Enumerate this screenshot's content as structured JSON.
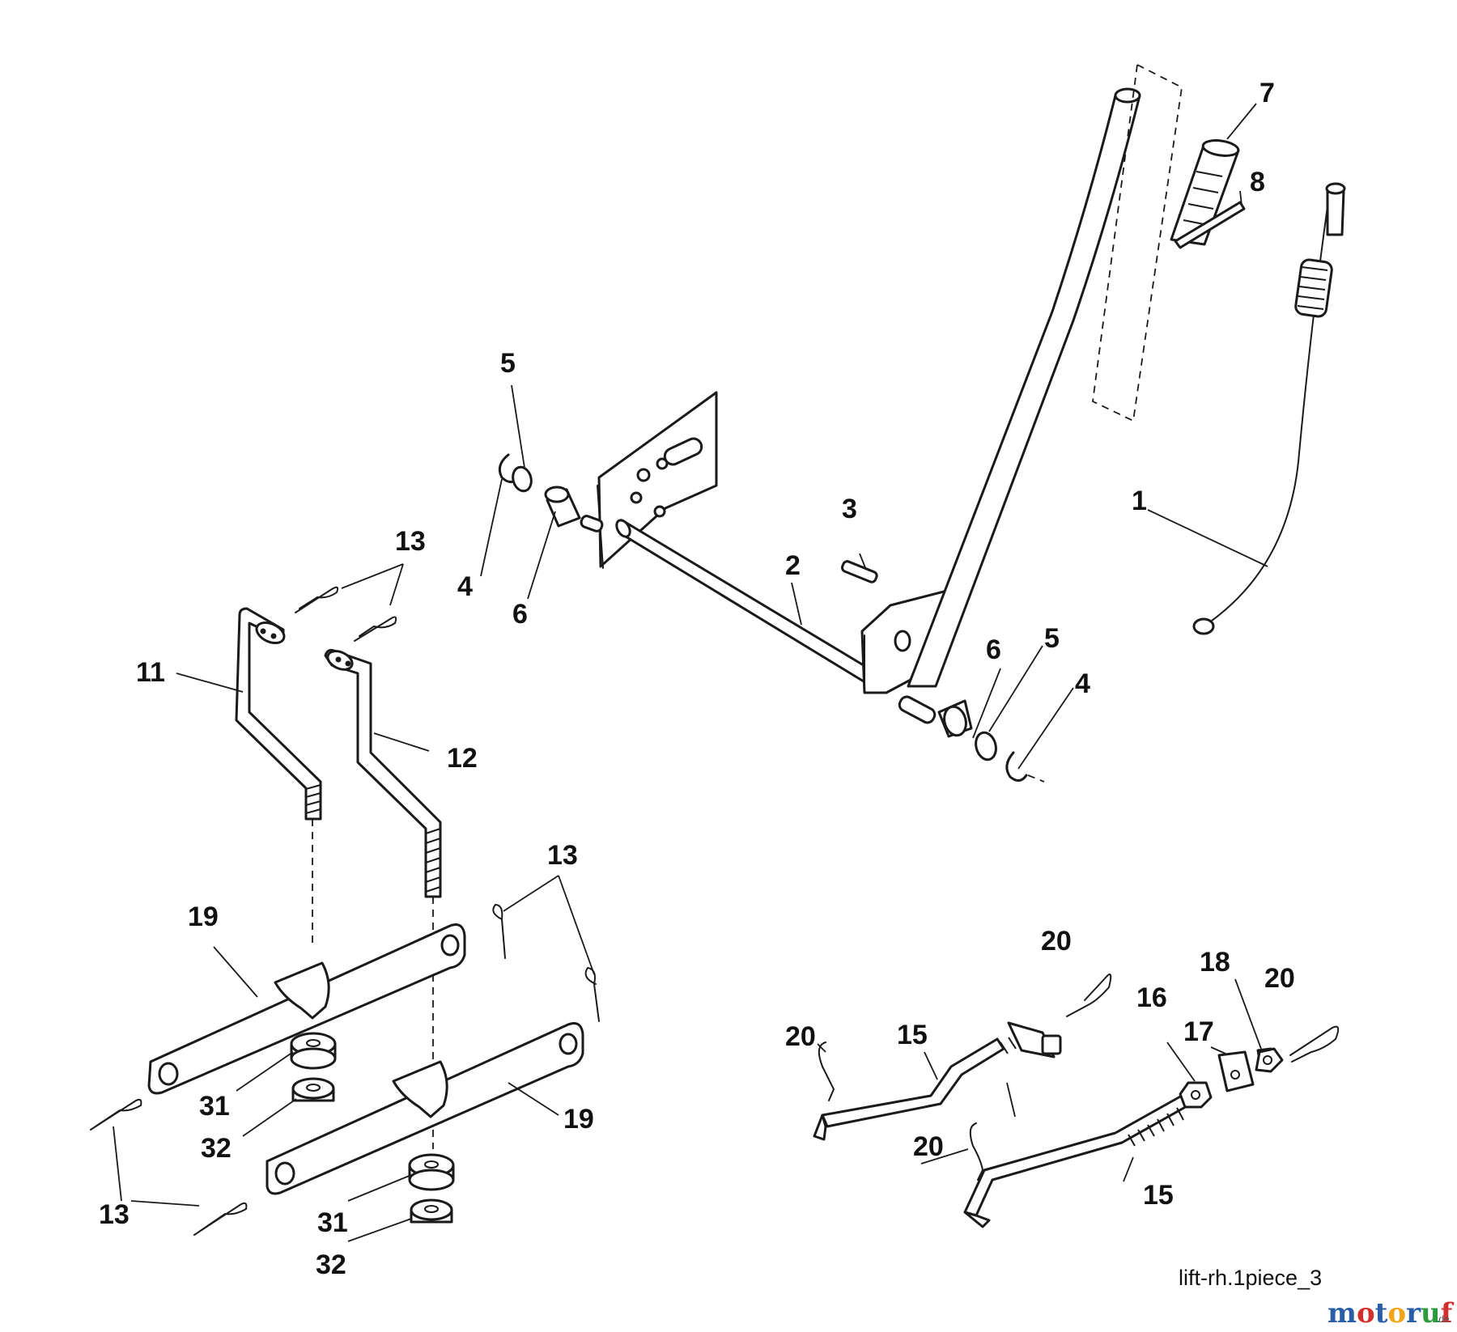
{
  "diagram": {
    "drawing_code": "lift-rh.1piece_3",
    "callouts": {
      "c1": "1",
      "c2": "2",
      "c3": "3",
      "c4a": "4",
      "c4b": "4",
      "c5a": "5",
      "c5b": "5",
      "c6a": "6",
      "c6b": "6",
      "c7": "7",
      "c8": "8",
      "c11": "11",
      "c12": "12",
      "c13a": "13",
      "c13b": "13",
      "c13c": "13",
      "c15a": "15",
      "c15b": "15",
      "c16": "16",
      "c17": "17",
      "c18": "18",
      "c19a": "19",
      "c19b": "19",
      "c20a": "20",
      "c20b": "20",
      "c20c": "20",
      "c20d": "20",
      "c31a": "31",
      "c31b": "31",
      "c32a": "32",
      "c32b": "32"
    }
  },
  "watermark": {
    "brand": "motoruf",
    "suffix": ".de",
    "colors": [
      "#2a5fa8",
      "#d32f2f",
      "#f2a516",
      "#2e9a3e"
    ]
  }
}
